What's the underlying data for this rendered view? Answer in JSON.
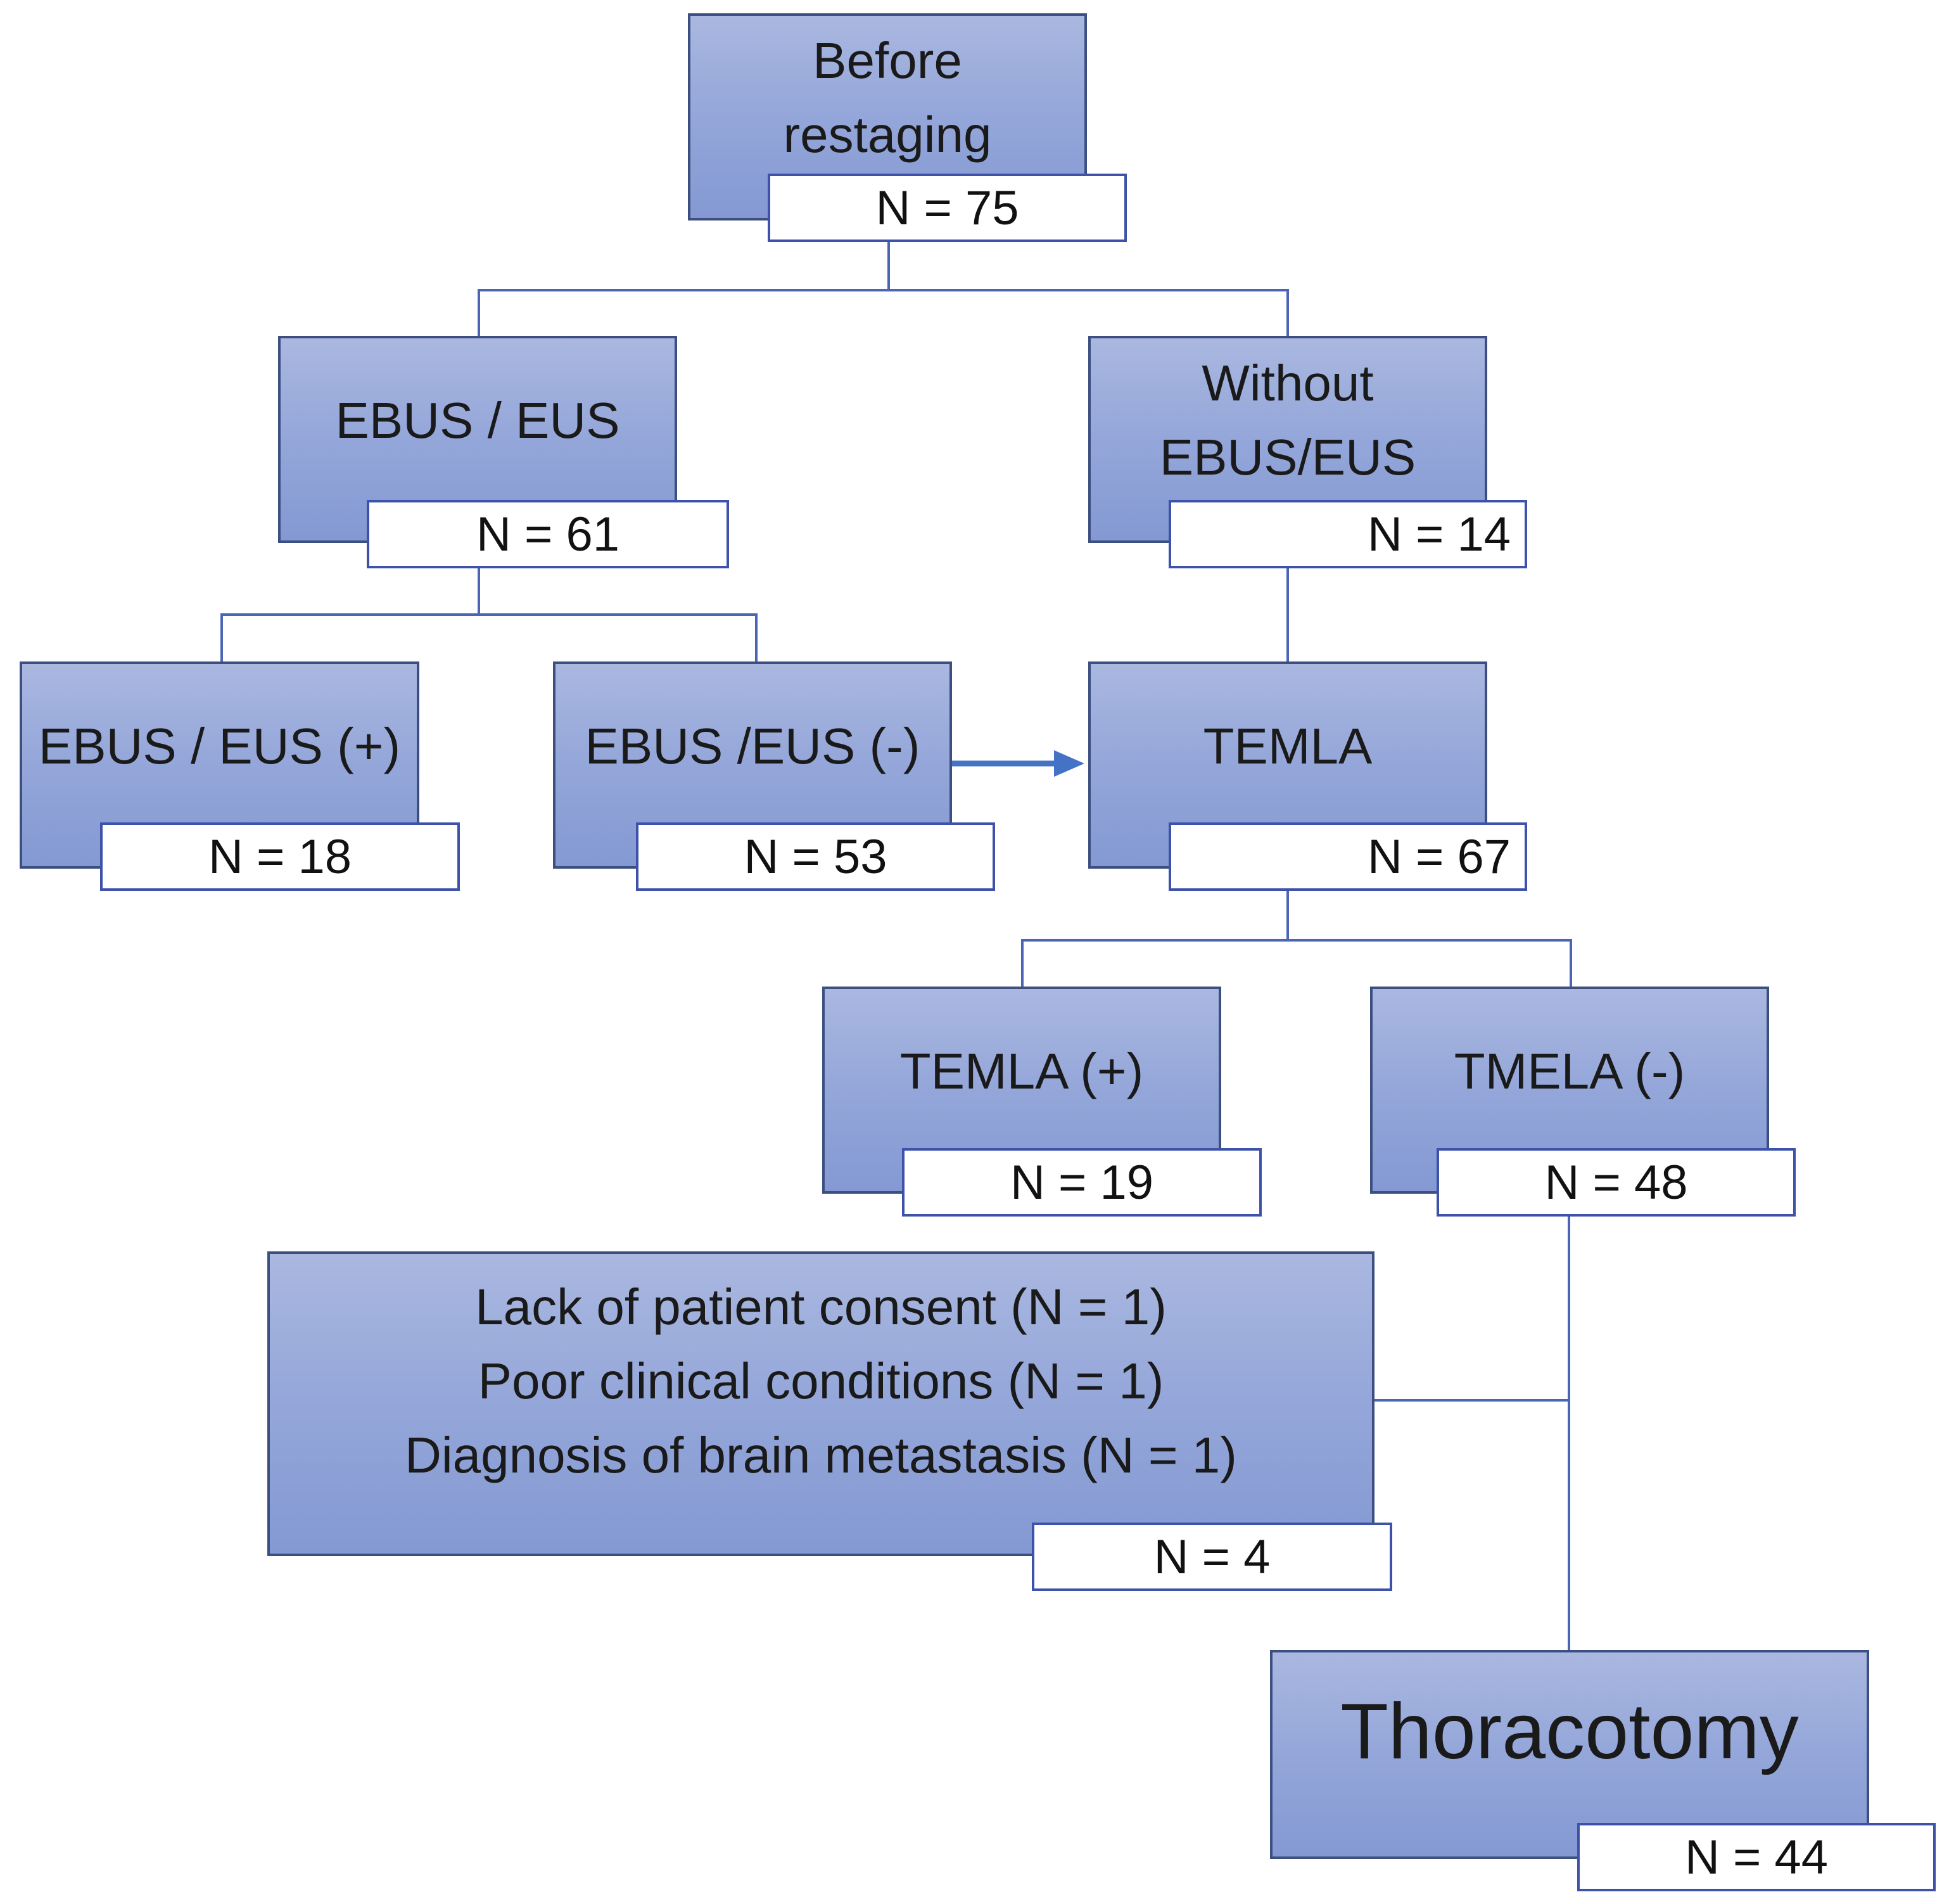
{
  "colors": {
    "box_gradient_top": "#aab8e0",
    "box_gradient_bottom": "#8499d3",
    "box_border": "#3d4f80",
    "connector": "#4a64b6",
    "count_border": "#3d52a8"
  },
  "nodes": {
    "before_restaging": {
      "label_lines": [
        "Before",
        "restaging"
      ],
      "count": "N = 75"
    },
    "ebus_eus": {
      "label": "EBUS / EUS",
      "count": "N = 61"
    },
    "without_ebus_eus": {
      "label_lines": [
        "Without",
        "EBUS/EUS"
      ],
      "count": "N = 14"
    },
    "ebus_eus_pos": {
      "label": "EBUS / EUS (+)",
      "count": "N = 18"
    },
    "ebus_eus_neg": {
      "label": "EBUS /EUS (-)",
      "count": "N = 53"
    },
    "temla": {
      "label": "TEMLA",
      "count": "N = 67"
    },
    "temla_pos": {
      "label": "TEMLA (+)",
      "count": "N = 19"
    },
    "temla_neg": {
      "label": "TMELA (-)",
      "count": "N = 48"
    },
    "exclusions": {
      "lines": [
        "Lack of patient consent (N = 1)",
        "Poor clinical conditions (N = 1)",
        "Diagnosis of brain metastasis (N = 1)"
      ],
      "count": "N = 4"
    },
    "thoracotomy": {
      "label": "Thoracotomy",
      "count": "N = 44"
    }
  }
}
